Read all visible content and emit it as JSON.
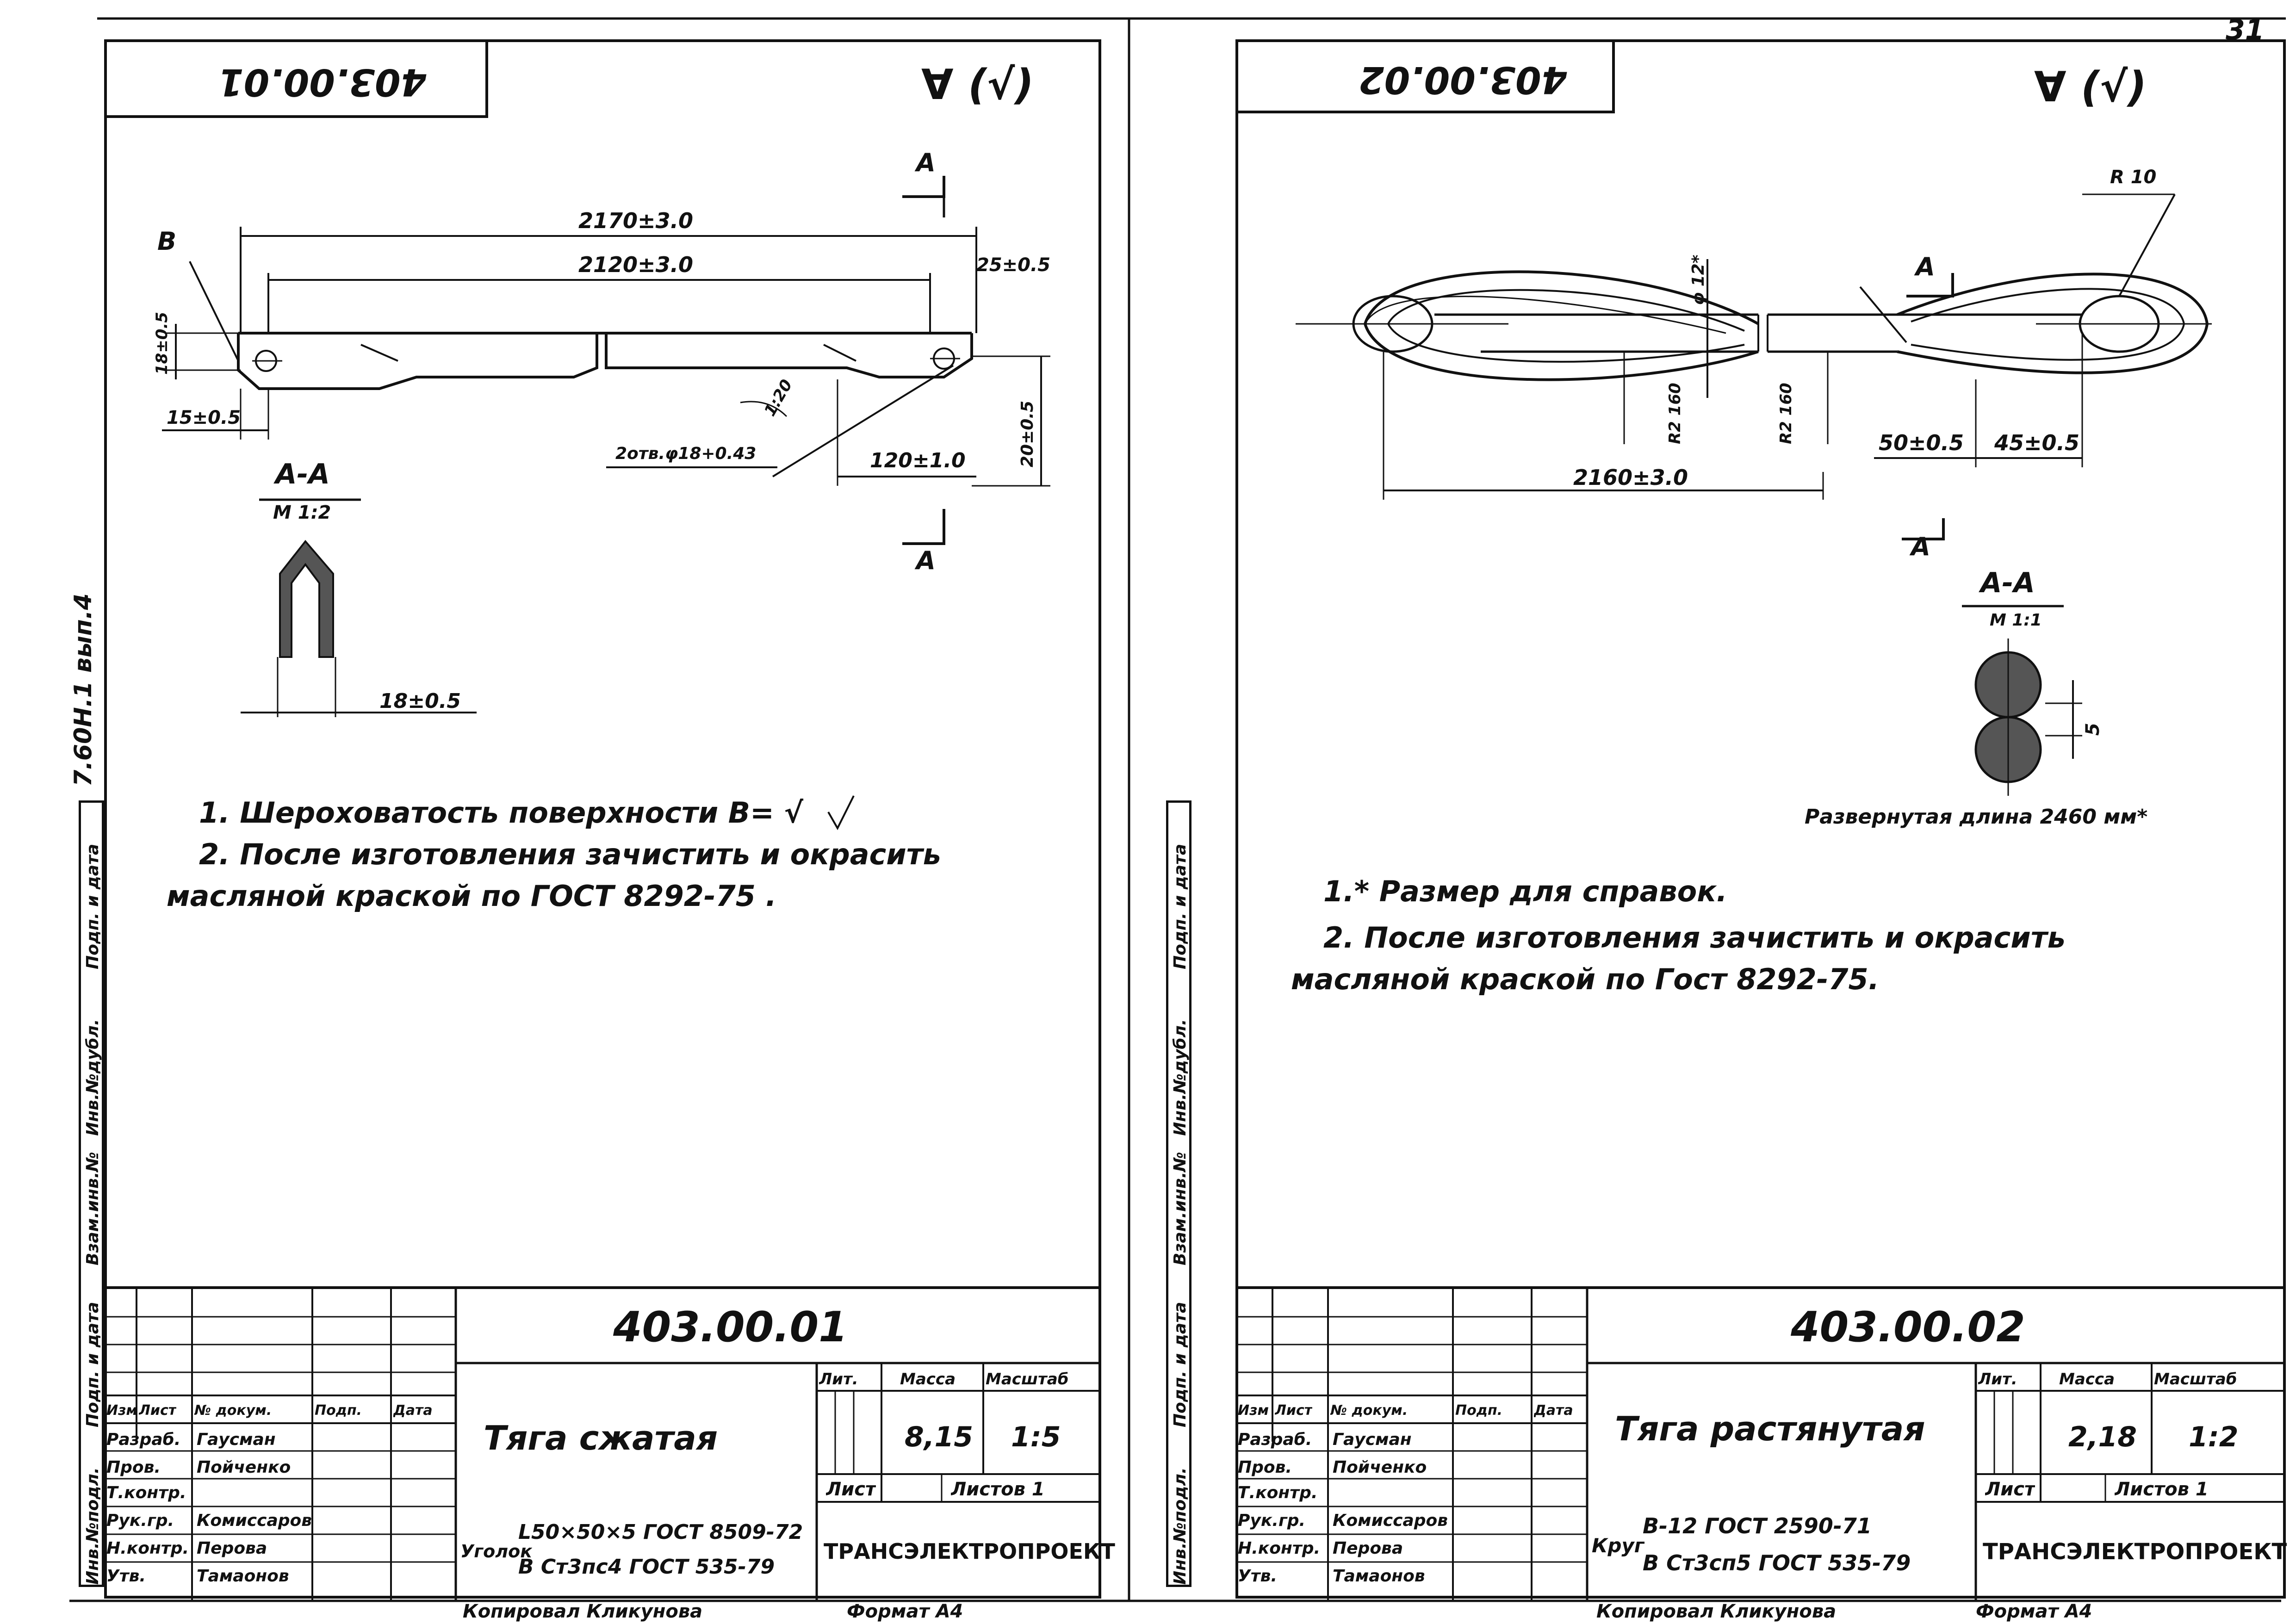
{
  "page_number": "31",
  "side_label": "7.60Н.1 вып.4",
  "left_margin_cells": [
    "Инв.№подл.",
    "Подп. и дата",
    "Взам.инв.№",
    "Инв.№дубл.",
    "Подп. и дата"
  ],
  "left_sheet": {
    "rotated_number": "403.00.01",
    "roughness_mark": "∀ (√)",
    "dims": {
      "overall": "2170±3.0",
      "inner": "2120±3.0",
      "end_offset": "25±0.5",
      "height_left": "18±0.5",
      "left_bottom": "15±0.5",
      "hole": "2отв.φ18+0.43",
      "right_length": "120±1.0",
      "right_height": "20±0.5",
      "angle": "1:20",
      "section_width": "18±0.5"
    },
    "label_b": "В",
    "section_mark": "А",
    "section_title": "А-А",
    "section_scale": "М 1:2",
    "notes": [
      "1. Шероховатость поверхности В= √",
      "2. После изготовления зачистить и окрасить",
      "масляной краской по ГОСТ 8292-75 ."
    ],
    "stamp": {
      "doc_number": "403.00.01",
      "title": "Тяга сжатая",
      "header_cols": [
        "Изм",
        "Лист",
        "№ докум.",
        "Подп.",
        "Дата"
      ],
      "roles": [
        "Разраб.",
        "Пров.",
        "Т.контр.",
        "Рук.гр.",
        "Н.контр.",
        "Утв."
      ],
      "names": [
        "Гаусман",
        "Пойченко",
        "",
        "Комиссаров",
        "Перова",
        "Тамаонов"
      ],
      "lit_label": "Лит.",
      "mass_label": "Масса",
      "scale_label": "Масштаб",
      "mass": "8,15",
      "scale": "1:5",
      "sheet_label": "Лист",
      "sheets_label": "Листов 1",
      "material_prefix": "Уголок",
      "material_top": "L50×50×5 ГОСТ 8509-72",
      "material_bottom": "В Ст3пс4 ГОСТ 535-79",
      "org": "ТРАНСЭЛЕКТРОПРОЕКТ",
      "copied": "Копировал Кликунова",
      "format": "Формат А4"
    }
  },
  "right_sheet": {
    "rotated_number": "403.00.02",
    "roughness_mark": "∀ (√)",
    "dims": {
      "radius_top": "R 10",
      "diameter": "φ 12*",
      "r_left": "R2 160",
      "r_right": "R2 160",
      "seg1": "50±0.5",
      "seg2": "45±0.5",
      "overall": "2160±3.0",
      "section_dim": "5"
    },
    "section_mark": "А",
    "section_title": "А-А",
    "section_scale": "М 1:1",
    "developed_length": "Развернутая длина 2460 мм*",
    "notes": [
      "1.* Размер для справок.",
      "2. После изготовления зачистить и окрасить",
      "масляной краской по Гост 8292-75."
    ],
    "stamp": {
      "doc_number": "403.00.02",
      "title": "Тяга растянутая",
      "header_cols": [
        "Изм",
        "Лист",
        "№ докум.",
        "Подп.",
        "Дата"
      ],
      "roles": [
        "Разраб.",
        "Пров.",
        "Т.контр.",
        "Рук.гр.",
        "Н.контр.",
        "Утв."
      ],
      "names": [
        "Гаусман",
        "Пойченко",
        "",
        "Комиссаров",
        "Перова",
        "Тамаонов"
      ],
      "lit_label": "Лит.",
      "mass_label": "Масса",
      "scale_label": "Масштаб",
      "mass": "2,18",
      "scale": "1:2",
      "sheet_label": "Лист",
      "sheets_label": "Листов 1",
      "material_prefix": "Круг",
      "material_top": "В-12 ГОСТ 2590-71",
      "material_bottom": "В Ст3сп5 ГОСТ 535-79",
      "org": "ТРАНСЭЛЕКТРОПРОЕКТ",
      "copied": "Копировал Кликунова",
      "format": "Формат А4"
    }
  }
}
